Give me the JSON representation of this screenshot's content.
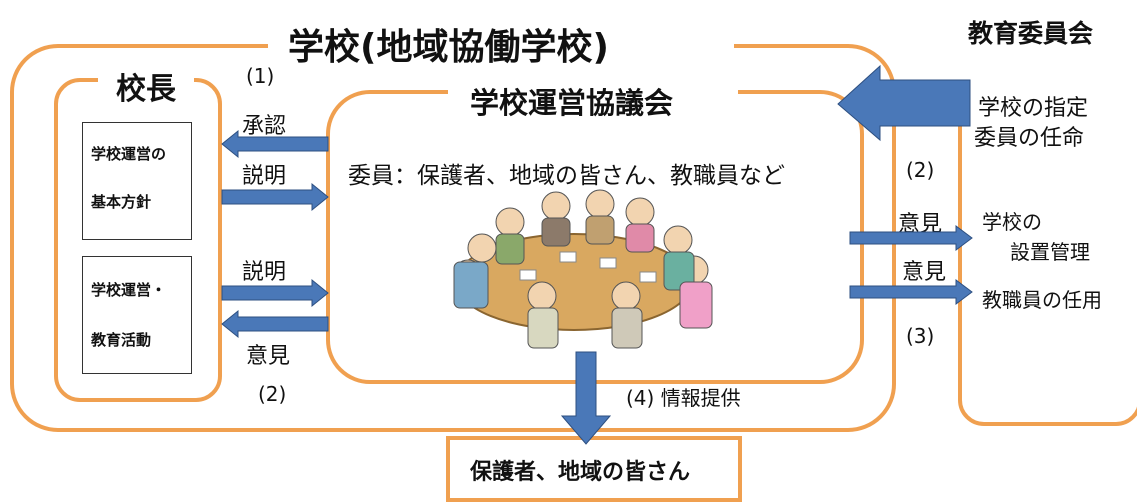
{
  "school": {
    "title": "学校(地域協働学校)"
  },
  "principal": {
    "title": "校長",
    "box1": {
      "line1": "学校運営の",
      "line2": "基本方針"
    },
    "box2": {
      "line1": "学校運営・",
      "line2": "教育活動"
    }
  },
  "council": {
    "title": "学校運営協議会",
    "members": "委員：保護者、地域の皆さん、教職員など"
  },
  "board": {
    "title": "教育委員会",
    "item1": "学校の指定",
    "item2": "委員の任命",
    "item3a": "学校の",
    "item3b": "設置管理",
    "item4": "教職員の任用"
  },
  "labels": {
    "num1": "(1)",
    "approve": "承認",
    "explain1": "説明",
    "explain2": "説明",
    "opinion_left": "意見",
    "num2_left": "(2)",
    "num2_right": "(2)",
    "opinion_r1": "意見",
    "opinion_r2": "意見",
    "num3": "(3)",
    "num4_info": "(4) 情報提供"
  },
  "public": {
    "title": "保護者、地域の皆さん"
  },
  "colors": {
    "border": "#f0a050",
    "arrow": "#4a78b8",
    "arrow_edge": "#2d4f80"
  }
}
